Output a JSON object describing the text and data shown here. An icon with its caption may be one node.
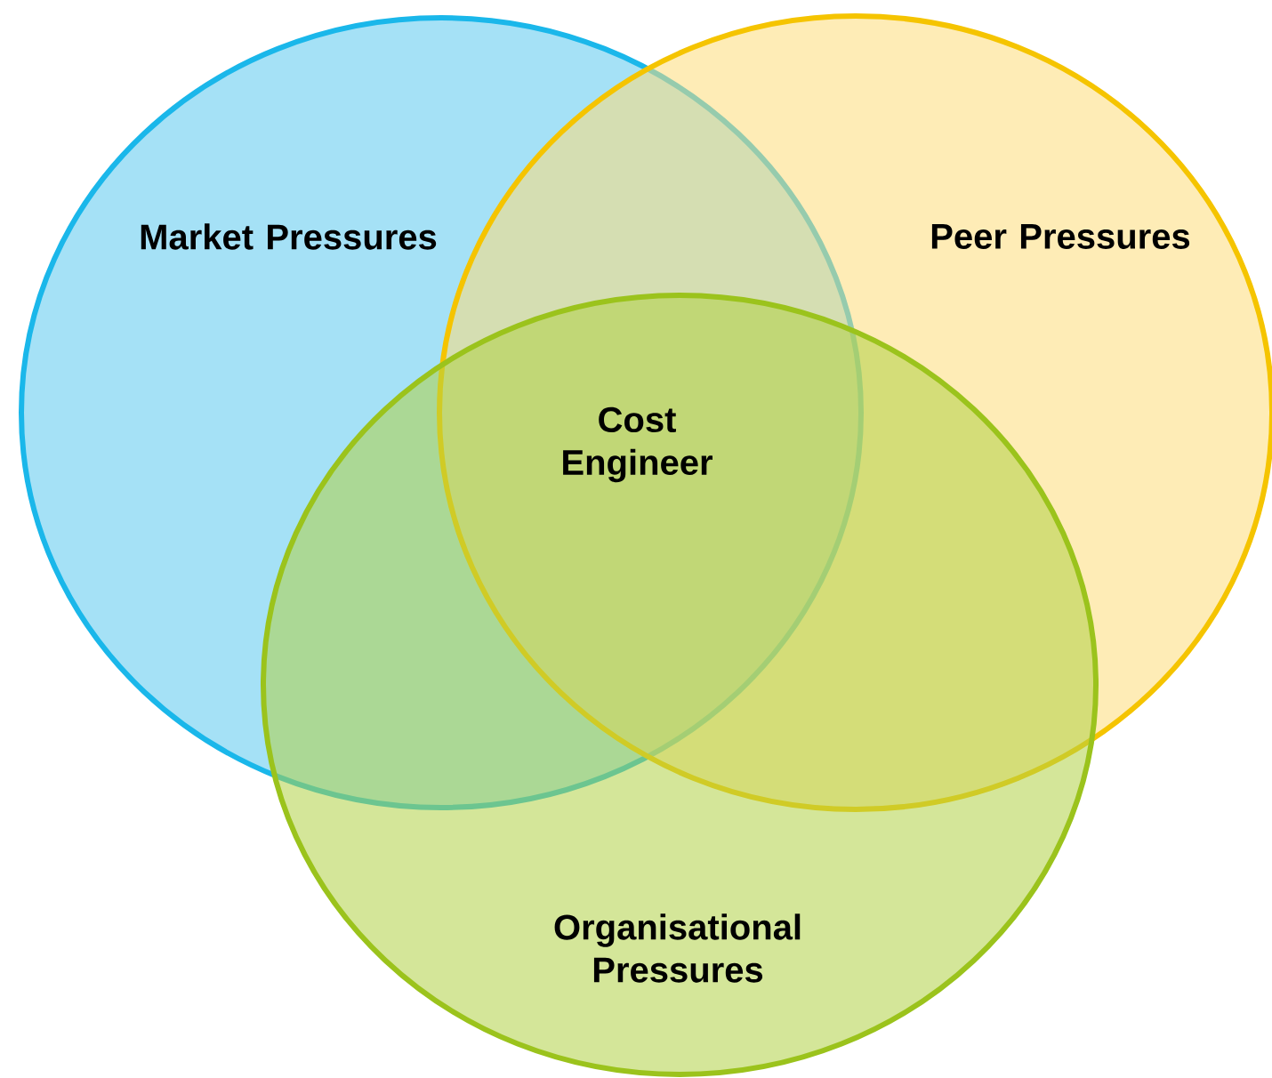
{
  "diagram": {
    "nodes": [
      {
        "text": [
          "Market Pressures"
        ]
      },
      {
        "text": [
          "Peer Pressures"
        ]
      },
      {
        "text": [
          "Organisational Pressures"
        ]
      }
    ],
    "labels": [
      "Cost Engineer"
    ]
  }
}
